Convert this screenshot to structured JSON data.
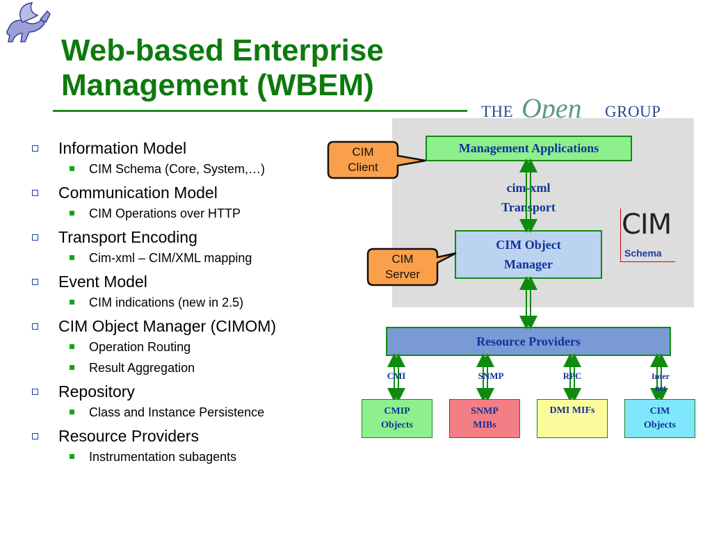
{
  "title": {
    "line1": "Web-based Enterprise",
    "line2": "Management (WBEM)"
  },
  "logo": {
    "icon": "winged-horse-pegasus"
  },
  "open_group": {
    "the": "THE",
    "open": "Open",
    "group": "GROUP"
  },
  "bullets": [
    {
      "label": "Information Model",
      "subitems": [
        "CIM Schema (Core, System,…)"
      ]
    },
    {
      "label": "Communication Model",
      "subitems": [
        "CIM Operations over HTTP"
      ]
    },
    {
      "label": "Transport Encoding",
      "subitems": [
        "Cim-xml – CIM/XML mapping"
      ]
    },
    {
      "label": "Event Model",
      "subitems": [
        "CIM indications (new in 2.5)"
      ]
    },
    {
      "label": "CIM Object Manager (CIMOM)",
      "subitems": [
        "Operation Routing",
        "Result Aggregation"
      ]
    },
    {
      "label": "Repository",
      "subitems": [
        "Class and Instance Persistence"
      ]
    },
    {
      "label": "Resource Providers",
      "subitems": [
        "Instrumentation subagents"
      ]
    }
  ],
  "diagram": {
    "management_applications": "Management Applications",
    "transport_line1": "cim-xml",
    "transport_line2": "Transport",
    "cimom_line1": "CIM Object",
    "cimom_line2": "Manager",
    "resource_providers": "Resource Providers",
    "callout_client_line1": "CIM",
    "callout_client_line2": "Client",
    "callout_server_line1": "CIM",
    "callout_server_line2": "Server",
    "cim_logo_text": "CIM",
    "cim_logo_schema": "Schema",
    "protocols": {
      "cmi": "CMI",
      "snmp": "SNMP",
      "rpc": "RPC",
      "inter_line1": "Inter",
      "inter_line2": "net"
    },
    "objects": {
      "cmip_line1": "CMIP",
      "cmip_line2": "Objects",
      "snmp_line1": "SNMP",
      "snmp_line2": "MIBs",
      "dmi": "DMI MIFs",
      "cim_line1": "CIM",
      "cim_line2": "Objects"
    },
    "colors": {
      "title_green": "#0d7a0d",
      "arrow_green": "#0f8a0f",
      "callout_orange": "#fba04a",
      "panel_gray": "#dddddd",
      "label_blue": "#12329a"
    }
  }
}
